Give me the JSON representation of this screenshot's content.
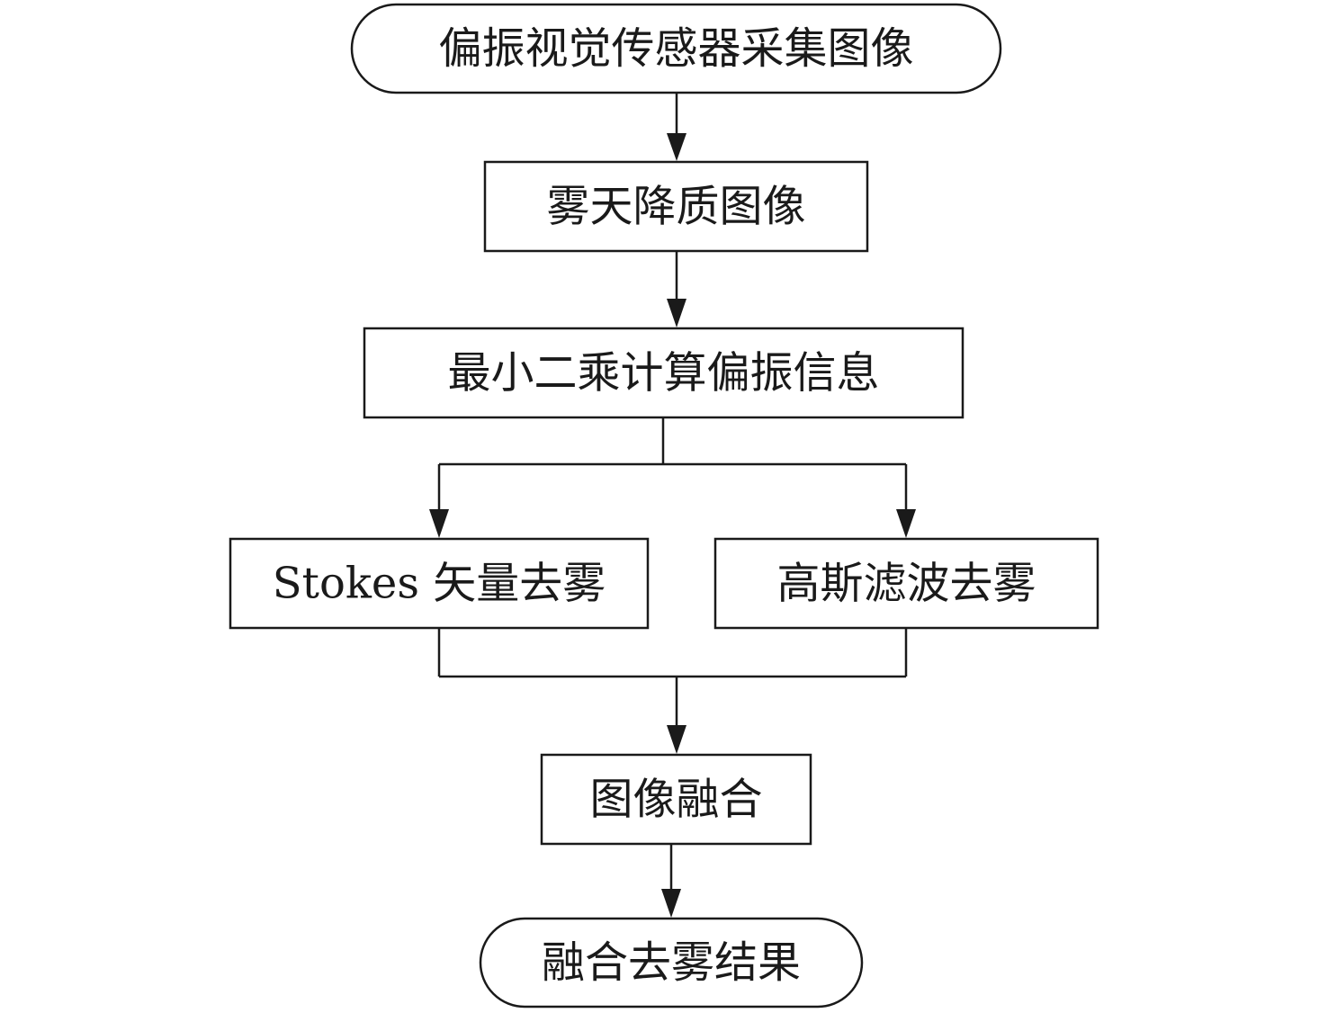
{
  "flowchart": {
    "nodes": {
      "capture": "偏振视觉传感器采集图像",
      "hazy_image": "雾天降质图像",
      "least_squares": "最小二乘计算偏振信息",
      "stokes_dehaze": "Stokes 矢量去雾",
      "gaussian_dehaze": "高斯滤波去雾",
      "image_fusion": "图像融合",
      "result": "融合去雾结果"
    },
    "edges": [
      {
        "from": "capture",
        "to": "hazy_image"
      },
      {
        "from": "hazy_image",
        "to": "least_squares"
      },
      {
        "from": "least_squares",
        "to": "stokes_dehaze"
      },
      {
        "from": "least_squares",
        "to": "gaussian_dehaze"
      },
      {
        "from": "stokes_dehaze",
        "to": "image_fusion"
      },
      {
        "from": "gaussian_dehaze",
        "to": "image_fusion"
      },
      {
        "from": "image_fusion",
        "to": "result"
      }
    ]
  }
}
